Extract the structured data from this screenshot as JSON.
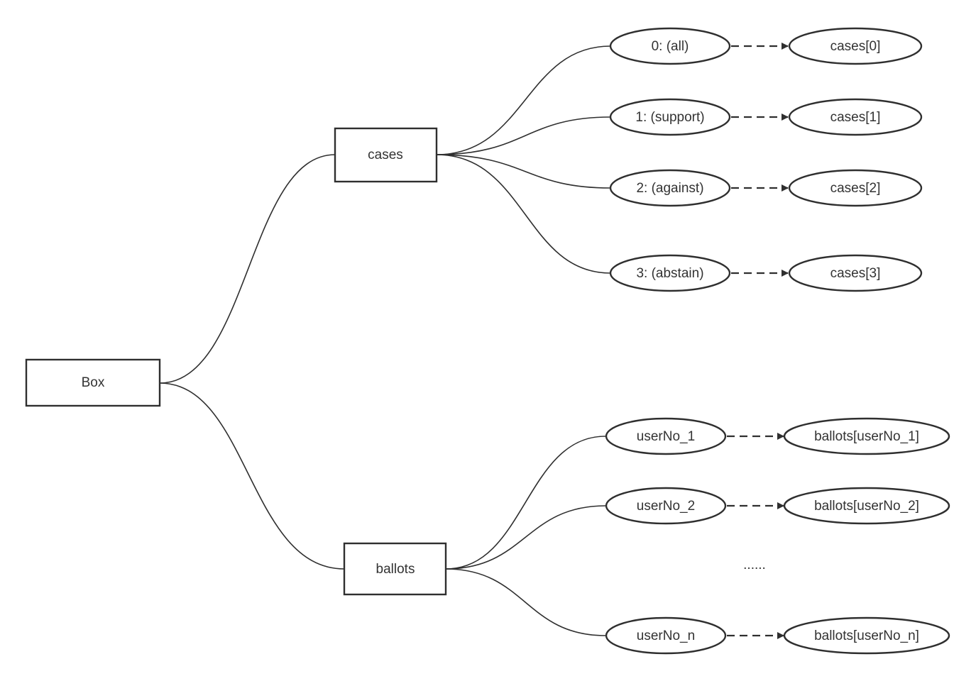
{
  "diagram": {
    "root": "Box",
    "cases": {
      "label": "cases",
      "keys": [
        "0: (all)",
        "1: (support)",
        "2: (against)",
        "3: (abstain)"
      ],
      "values": [
        "cases[0]",
        "cases[1]",
        "cases[2]",
        "cases[3]"
      ]
    },
    "ballots": {
      "label": "ballots",
      "keys": [
        "userNo_1",
        "userNo_2",
        "userNo_n"
      ],
      "values": [
        "ballots[userNo_1]",
        "ballots[userNo_2]",
        "ballots[userNo_n]"
      ],
      "ellipsis": "......"
    }
  }
}
